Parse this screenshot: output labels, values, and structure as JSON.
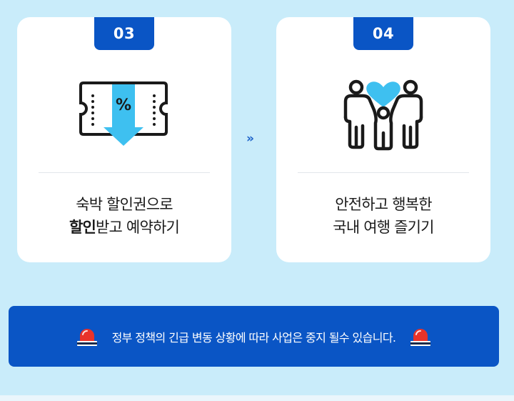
{
  "steps": [
    {
      "number": "03",
      "icon": "discount-coupon-icon",
      "line1": "숙박 할인권으로",
      "line2_strong": "할인",
      "line2_rest": "받고 예약하기"
    },
    {
      "number": "04",
      "icon": "family-heart-icon",
      "line1": "안전하고 행복한",
      "line2": "국내 여행 즐기기"
    }
  ],
  "arrow": "»",
  "notice": {
    "text": "정부 정책의 긴급 변동 상황에 따라 사업은 중지 될수 있습니다.",
    "icon": "siren-icon"
  },
  "colors": {
    "background": "#c9ecfa",
    "primary": "#0a55c5",
    "accent": "#3ec0f0",
    "siren_red": "#e8332a"
  }
}
